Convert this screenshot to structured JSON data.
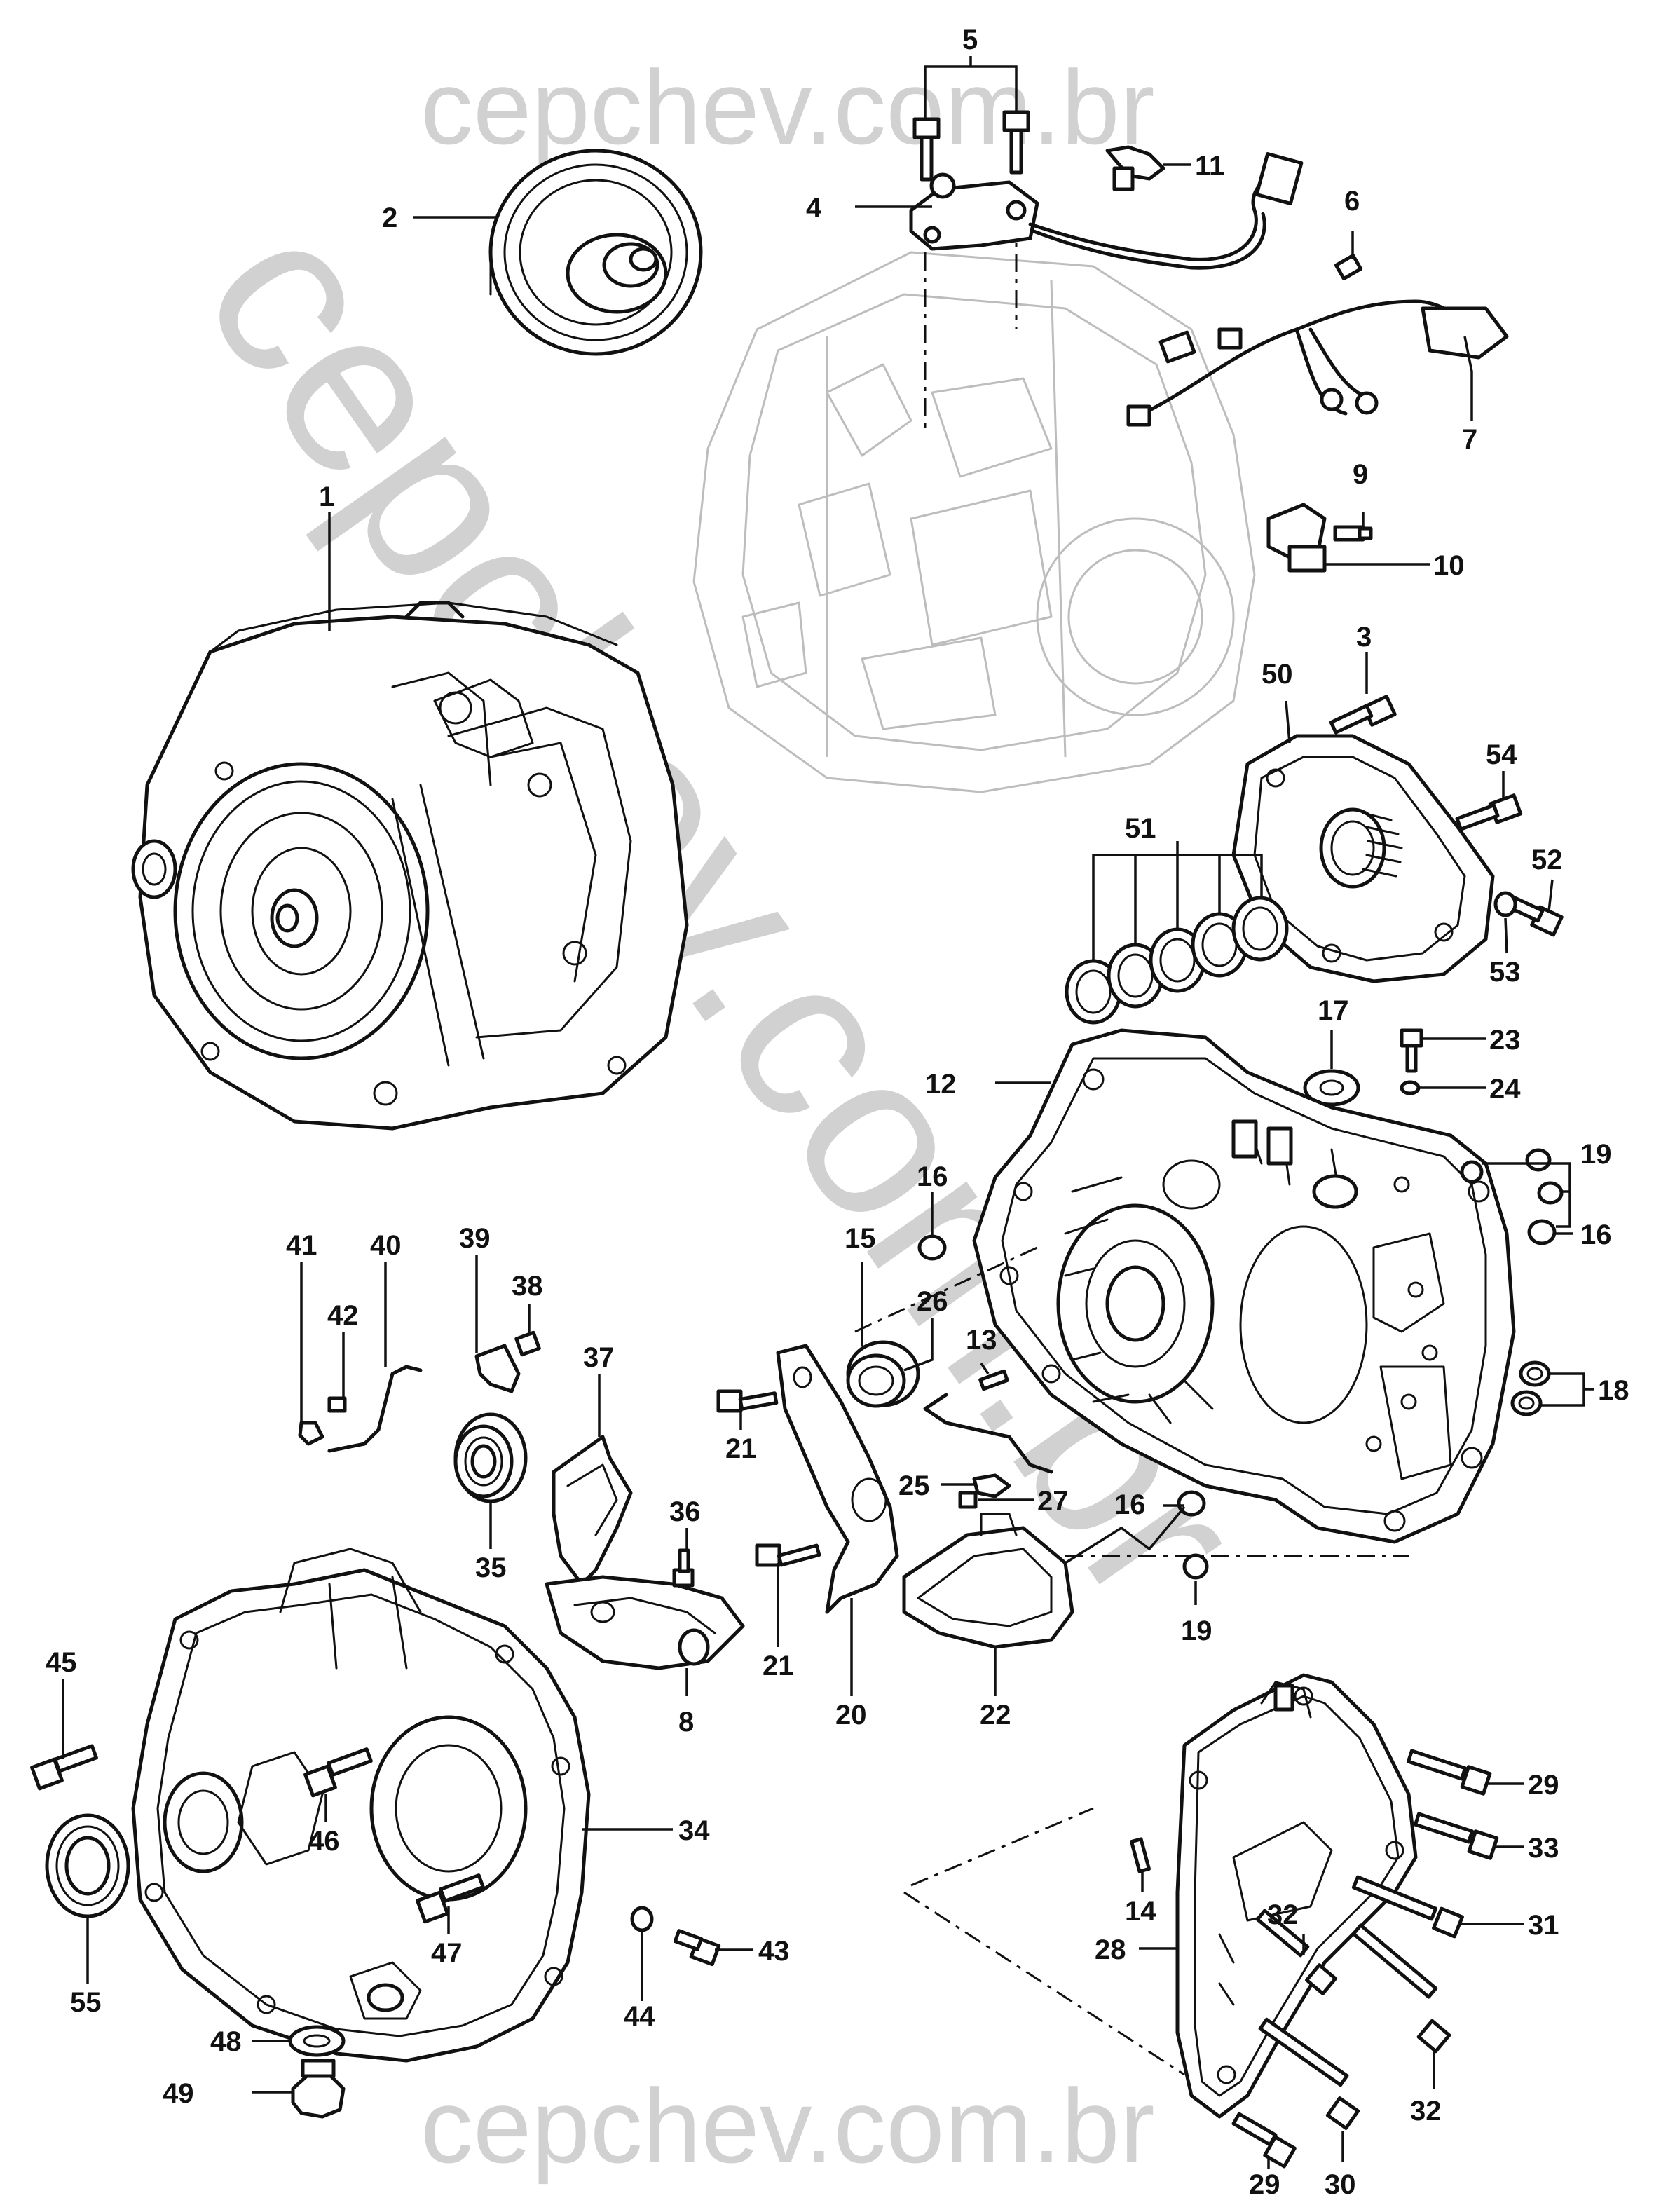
{
  "watermark": {
    "top": "cepchev.com.br",
    "bottom": "cepchev.com.br",
    "diagonal": "cepchev.com.br"
  },
  "colors": {
    "ink": "#111111",
    "ghost": "#bdbdbd",
    "watermark": "#c9c9c9"
  },
  "labels": {
    "n1": "1",
    "n2": "2",
    "n3": "3",
    "n4": "4",
    "n5": "5",
    "n6": "6",
    "n7": "7",
    "n8": "8",
    "n9": "9",
    "n10": "10",
    "n11": "11",
    "n12": "12",
    "n13": "13",
    "n14": "14",
    "n15": "15",
    "n16a": "16",
    "n16b": "16",
    "n16c": "16",
    "n17": "17",
    "n18": "18",
    "n19a": "19",
    "n19b": "19",
    "n20": "20",
    "n21a": "21",
    "n21b": "21",
    "n22": "22",
    "n23": "23",
    "n24": "24",
    "n25": "25",
    "n26": "26",
    "n27": "27",
    "n28": "28",
    "n29a": "29",
    "n29b": "29",
    "n30": "30",
    "n31": "31",
    "n32a": "32",
    "n32b": "32",
    "n33": "33",
    "n34": "34",
    "n35": "35",
    "n36": "36",
    "n37": "37",
    "n38": "38",
    "n39": "39",
    "n40": "40",
    "n41": "41",
    "n42": "42",
    "n43": "43",
    "n44": "44",
    "n45": "45",
    "n46": "46",
    "n47": "47",
    "n48": "48",
    "n49": "49",
    "n50": "50",
    "n51": "51",
    "n52": "52",
    "n53": "53",
    "n54": "54",
    "n55": "55"
  }
}
